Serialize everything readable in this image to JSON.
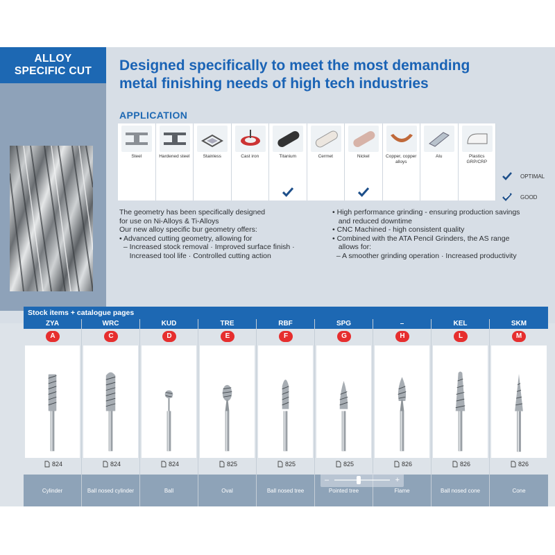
{
  "badge": {
    "line1": "ALLOY",
    "line2": "SPECIFIC CUT"
  },
  "headline": {
    "line1": "Designed specifically to meet the most demanding",
    "line2": "metal finishing needs of high tech industries"
  },
  "application": {
    "title": "APPLICATION",
    "materials": [
      {
        "label": "Steel",
        "check": "none"
      },
      {
        "label": "Hardened steel",
        "check": "none"
      },
      {
        "label": "Stainless",
        "check": "none"
      },
      {
        "label": "Cast iron",
        "check": "none"
      },
      {
        "label": "Titanium",
        "check": "optimal"
      },
      {
        "label": "Cermet",
        "check": "none"
      },
      {
        "label": "Nickel",
        "check": "optimal"
      },
      {
        "label": "Copper, copper alloys",
        "check": "none"
      },
      {
        "label": "Alu",
        "check": "none"
      },
      {
        "label": "Plastics GRP/CRP",
        "check": "none"
      }
    ],
    "legend": {
      "optimal": "OPTIMAL",
      "good": "GOOD"
    }
  },
  "description": {
    "left": [
      "The geometry has been specifically designed",
      "for use on Ni-Alloys & Ti-Alloys",
      "Our new alloy specific bur geometry offers:",
      "• Advanced cutting geometry, allowing for",
      "  – Increased stock removal · Improved surface finish ·",
      "     Increased tool life · Controlled cutting action"
    ],
    "right": [
      "• High performance grinding - ensuring production savings",
      "   and reduced downtime",
      "• CNC Machined - high consistent quality",
      "• Combined with the ATA Pencil Grinders, the AS range",
      "   allows for:",
      "  – A smoother grinding operation · Increased productivity"
    ]
  },
  "stock": {
    "header": "Stock items + catalogue pages",
    "items": [
      {
        "code": "ZYA",
        "letter": "A",
        "page": "824",
        "name": "Cylinder",
        "shape": "cylinder"
      },
      {
        "code": "WRC",
        "letter": "C",
        "page": "824",
        "name": "Ball nosed cylinder",
        "shape": "ballcyl"
      },
      {
        "code": "KUD",
        "letter": "D",
        "page": "824",
        "name": "Ball",
        "shape": "ball"
      },
      {
        "code": "TRE",
        "letter": "E",
        "page": "825",
        "name": "Oval",
        "shape": "oval"
      },
      {
        "code": "RBF",
        "letter": "F",
        "page": "825",
        "name": "Ball nosed tree",
        "shape": "tree"
      },
      {
        "code": "SPG",
        "letter": "G",
        "page": "825",
        "name": "Pointed tree",
        "shape": "pointed"
      },
      {
        "code": "–",
        "letter": "H",
        "page": "826",
        "name": "Flame",
        "shape": "flame"
      },
      {
        "code": "KEL",
        "letter": "L",
        "page": "826",
        "name": "Ball nosed cone",
        "shape": "ballcone"
      },
      {
        "code": "SKM",
        "letter": "M",
        "page": "826",
        "name": "Cone",
        "shape": "cone"
      }
    ]
  },
  "slider": {
    "minus": "–",
    "plus": "+"
  }
}
